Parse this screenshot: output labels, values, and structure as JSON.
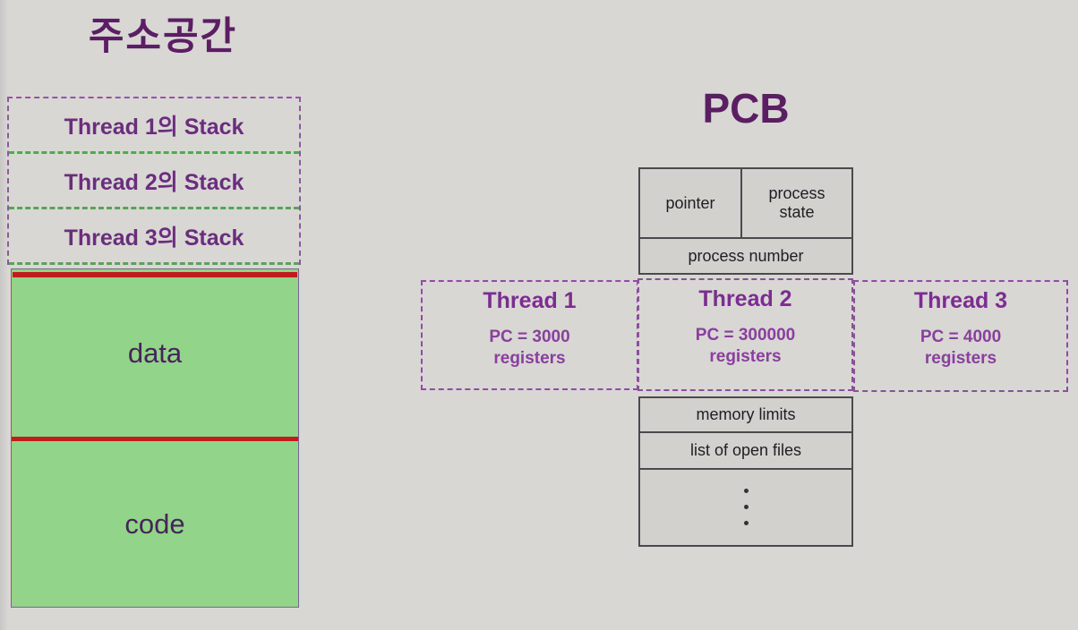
{
  "colors": {
    "background": "#d8d7d4",
    "title_purple": "#5b1e63",
    "stack_text_purple": "#6b2d7d",
    "thread_purple": "#7b2d90",
    "green_fill": "#92d489",
    "red_line": "#bf1d1d",
    "table_border": "#4a4a4a",
    "table_fill": "#d2d1ce",
    "dashed_purple": "#8c5a9a",
    "dashed_green": "#55a655"
  },
  "address_space": {
    "title": "주소공간",
    "stacks": [
      {
        "label": "Thread 1의 Stack"
      },
      {
        "label": "Thread 2의 Stack"
      },
      {
        "label": "Thread 3의 Stack"
      }
    ],
    "segments": {
      "data": "data",
      "code": "code"
    }
  },
  "pcb": {
    "title": "PCB",
    "cells": {
      "pointer": "pointer",
      "process_state": "process state",
      "process_number": "process number",
      "memory_limits": "memory limits",
      "open_files": "list of open files"
    },
    "threads": [
      {
        "name": "Thread 1",
        "pc": "PC = 3000",
        "registers": "registers"
      },
      {
        "name": "Thread 2",
        "pc": "PC = 300000",
        "registers": "registers"
      },
      {
        "name": "Thread 3",
        "pc": "PC = 4000",
        "registers": "registers"
      }
    ]
  }
}
